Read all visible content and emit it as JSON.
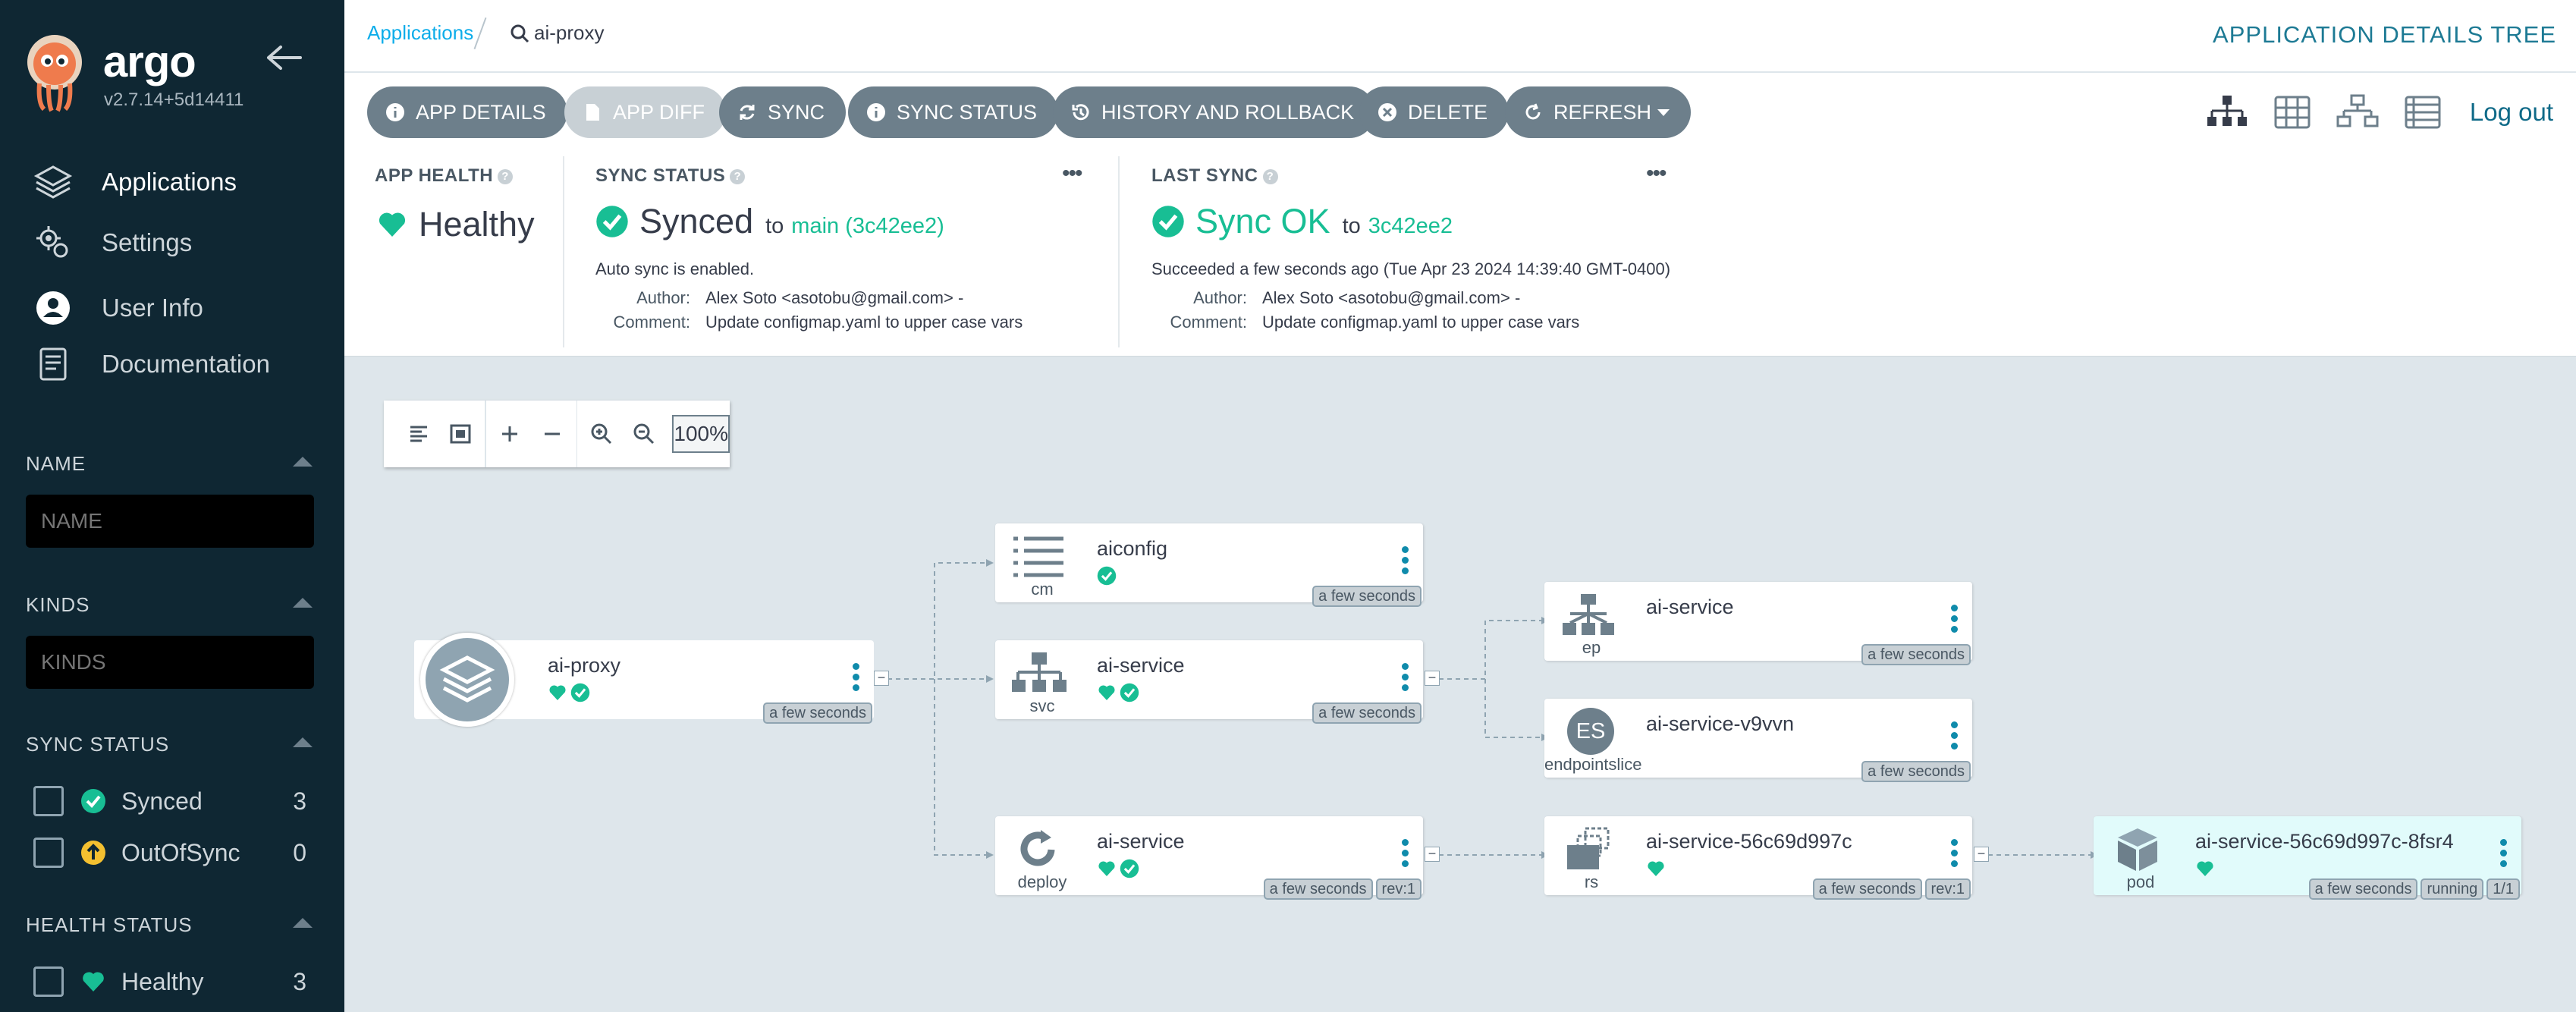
{
  "sidebar": {
    "brand": "argo",
    "version": "v2.7.14+5d14411",
    "nav": [
      {
        "label": "Applications",
        "icon": "layers-icon"
      },
      {
        "label": "Settings",
        "icon": "gears-icon"
      },
      {
        "label": "User Info",
        "icon": "user-icon"
      },
      {
        "label": "Documentation",
        "icon": "book-icon"
      }
    ],
    "filters": {
      "name": {
        "title": "NAME",
        "placeholder": "NAME"
      },
      "kinds": {
        "title": "KINDS",
        "placeholder": "KINDS"
      },
      "sync_status": {
        "title": "SYNC STATUS",
        "items": [
          {
            "label": "Synced",
            "count": "3",
            "color": "#18be94"
          },
          {
            "label": "OutOfSync",
            "count": "0",
            "color": "#f4c030"
          }
        ]
      },
      "health_status": {
        "title": "HEALTH STATUS",
        "items": [
          {
            "label": "Healthy",
            "count": "3",
            "color": "#18be94"
          }
        ]
      }
    }
  },
  "topbar": {
    "breadcrumb_apps": "Applications",
    "breadcrumb_current": "ai-proxy",
    "page_title": "APPLICATION DETAILS TREE"
  },
  "toolbar": {
    "buttons": [
      "APP DETAILS",
      "APP DIFF",
      "SYNC",
      "SYNC STATUS",
      "HISTORY AND ROLLBACK",
      "DELETE",
      "REFRESH"
    ],
    "logout": "Log out"
  },
  "status": {
    "app_health": {
      "label": "APP HEALTH",
      "value": "Healthy"
    },
    "sync_status": {
      "label": "SYNC STATUS",
      "value": "Synced",
      "to": "to",
      "revision": "main (3c42ee2)",
      "auto_sync": "Auto sync is enabled.",
      "author_key": "Author:",
      "author": "Alex Soto <asotobu@gmail.com> -",
      "comment_key": "Comment:",
      "comment": "Update configmap.yaml to upper case vars"
    },
    "last_sync": {
      "label": "LAST SYNC",
      "value": "Sync OK",
      "to": "to",
      "revision": "3c42ee2",
      "succeeded": "Succeeded a few seconds ago (Tue Apr 23 2024 14:39:40 GMT-0400)",
      "author_key": "Author:",
      "author": "Alex Soto <asotobu@gmail.com> -",
      "comment_key": "Comment:",
      "comment": "Update configmap.yaml to upper case vars"
    },
    "colors": {
      "healthy": "#18be94",
      "synced": "#18be94"
    }
  },
  "zoom": {
    "level": "100%"
  },
  "tree": {
    "root": {
      "name": "ai-proxy",
      "age": "a few seconds"
    },
    "nodes": {
      "cm": {
        "name": "aiconfig",
        "kind": "cm",
        "age": "a few seconds"
      },
      "svc": {
        "name": "ai-service",
        "kind": "svc",
        "age": "a few seconds"
      },
      "deploy": {
        "name": "ai-service",
        "kind": "deploy",
        "age": "a few seconds",
        "rev": "rev:1"
      },
      "ep": {
        "name": "ai-service",
        "kind": "ep",
        "age": "a few seconds"
      },
      "eps": {
        "name": "ai-service-v9vvn",
        "kind": "endpointslice",
        "age": "a few seconds",
        "badge": "ES"
      },
      "rs": {
        "name": "ai-service-56c69d997c",
        "kind": "rs",
        "age": "a few seconds",
        "rev": "rev:1"
      },
      "pod": {
        "name": "ai-service-56c69d997c-8fsr4",
        "kind": "pod",
        "age": "a few seconds",
        "status": "running",
        "ready": "1/1"
      }
    }
  }
}
